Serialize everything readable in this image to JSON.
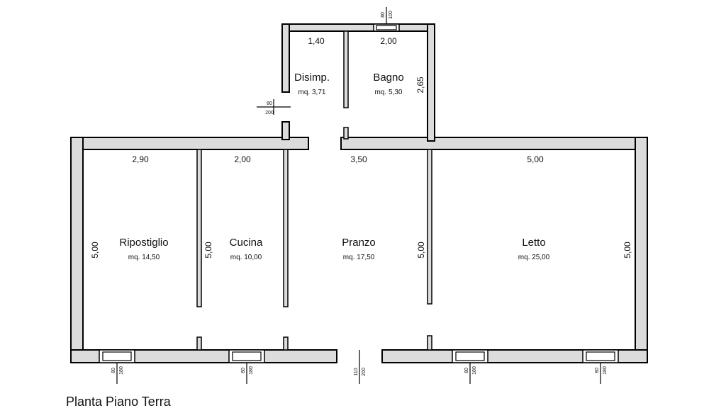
{
  "title": "Planta Piano Terra",
  "rooms": [
    {
      "name": "Ripostiglio",
      "area": "mq. 14,50"
    },
    {
      "name": "Cucina",
      "area": "mq. 10,00"
    },
    {
      "name": "Pranzo",
      "area": "mq. 17,50"
    },
    {
      "name": "Letto",
      "area": "mq. 25,00"
    },
    {
      "name": "Disimp.",
      "area": "mq. 3,71"
    },
    {
      "name": "Bagno",
      "area": "mq. 5,30"
    }
  ],
  "dimensions": {
    "ripostiglio_width": "2,90",
    "cucina_width": "2,00",
    "pranzo_width": "3,50",
    "letto_width": "5,00",
    "disimp_width": "1,40",
    "bagno_width": "2,00",
    "bagno_depth": "2,65",
    "depth_left": "5,00",
    "depth_cucina": "5,00",
    "depth_pranzo": "5,00",
    "depth_right": "5,00"
  },
  "openings": {
    "window_ripostiglio": {
      "w": "80",
      "h": "180"
    },
    "window_cucina": {
      "w": "80",
      "h": "180"
    },
    "door_entrance": {
      "w": "110",
      "h": "200"
    },
    "window_letto_1": {
      "w": "80",
      "h": "180"
    },
    "window_letto_2": {
      "w": "80",
      "h": "180"
    },
    "door_disimp": {
      "w": "80",
      "h": "200"
    },
    "window_bagno": {
      "w": "80",
      "h": "100"
    }
  }
}
